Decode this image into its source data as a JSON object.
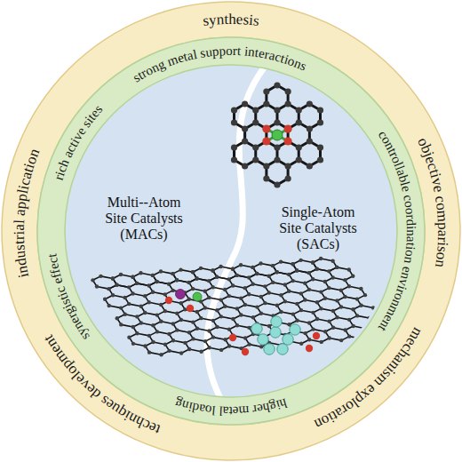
{
  "diagram": {
    "nodes": [
      {
        "text": [
          "synthesis",
          "objective comparison",
          "mechanism exploration",
          "techniques development",
          "industrial application"
        ]
      },
      {
        "text": [
          "strong metal support interactions",
          "controllable coordination environment",
          "higher metal loading",
          "synergistic effect",
          "rich active sites"
        ],
        "in": 0
      },
      {
        "text": [
          "Multi--Atom Site Catalysts (MACs)"
        ],
        "in": 1
      },
      {
        "text": [
          "Single-Atom Site Catalysts (SACs)"
        ],
        "in": 1
      }
    ]
  }
}
